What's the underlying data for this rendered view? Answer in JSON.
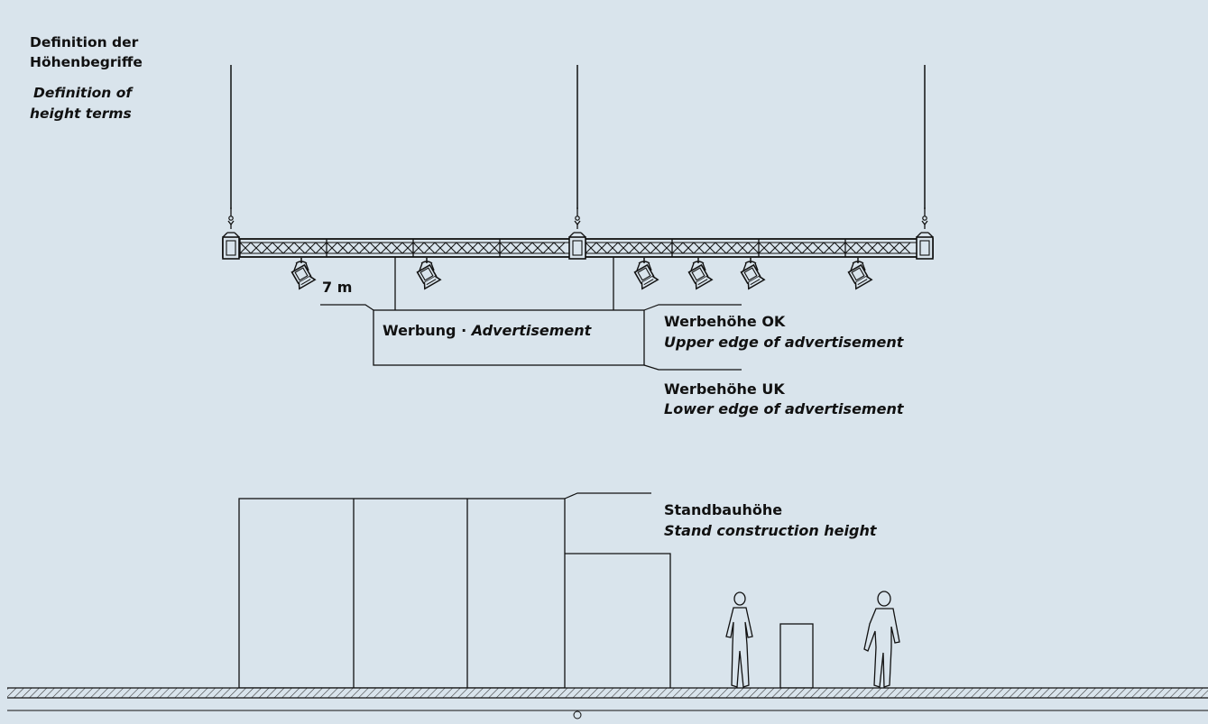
{
  "heading": {
    "de_line1": "Definition der",
    "de_line2": "Höhenbegriffe",
    "en_line1": "Definition of",
    "en_line2": "height terms"
  },
  "labels": {
    "height_7m": "7 m",
    "ad_de": "Werbung · ",
    "ad_en": "Advertisement",
    "upper_de": "Werbehöhe OK",
    "upper_en": "Upper edge of advertisement",
    "lower_de": "Werbehöhe UK",
    "lower_en": "Lower edge of advertisement",
    "stand_de": "Standbauhöhe",
    "stand_en": "Stand construction height"
  },
  "colors": {
    "background": "#d9e4ec",
    "line": "#111111"
  }
}
